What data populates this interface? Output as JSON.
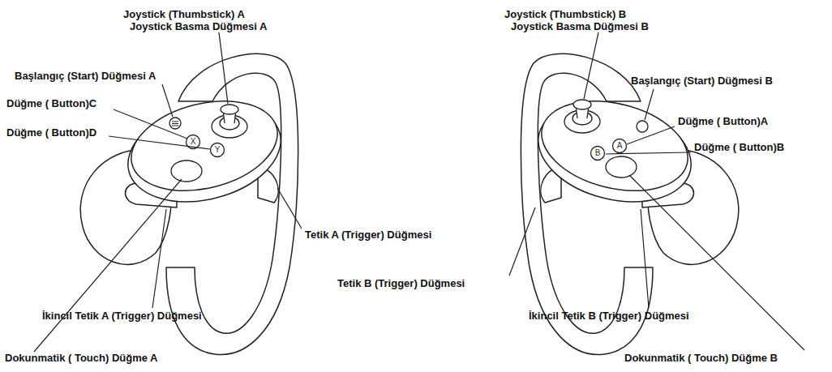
{
  "diagram": {
    "labels": [
      "Joystick (Thumbstick) A",
      "Joystick Basma Düğmesi A",
      "Başlangıç (Start) Düğmesi A",
      "Düğme ( Button)C",
      "Düğme ( Button)D",
      "Tetik A (Trigger) Düğmesi",
      "İkincil Tetik A (Trigger) Düğmesi",
      "Dokunmatik ( Touch) Düğme A",
      "Joystick (Thumbstick) B",
      "Joystick Basma Düğmesi B",
      "Başlangıç (Start) Düğmesi B",
      "Düğme ( Button)A",
      "Düğme ( Button)B",
      "Tetik B (Trigger) Düğmesi",
      "İkincil Tetik B (Trigger) Düğmesi",
      "Dokunmatik ( Touch) Düğme B",
      "X",
      "Y",
      "A",
      "B"
    ]
  }
}
